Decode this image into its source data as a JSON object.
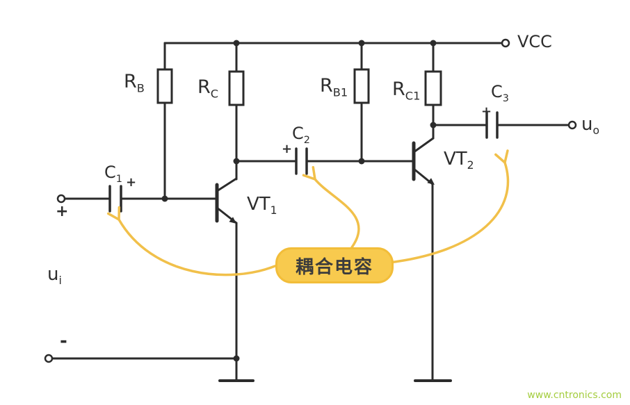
{
  "supply": {
    "vcc": "VCC"
  },
  "resistors": {
    "rb": {
      "main": "R",
      "sub": "B"
    },
    "rc": {
      "main": "R",
      "sub": "C"
    },
    "rb1": {
      "main": "R",
      "sub": "B1"
    },
    "rc1": {
      "main": "R",
      "sub": "C1"
    }
  },
  "capacitors": {
    "c1": {
      "main": "C",
      "sub": "1",
      "polarity": "+"
    },
    "c2": {
      "main": "C",
      "sub": "2",
      "polarity": "+"
    },
    "c3": {
      "main": "C",
      "sub": "3",
      "polarity": "+"
    }
  },
  "transistors": {
    "vt1": {
      "main": "VT",
      "sub": "1"
    },
    "vt2": {
      "main": "VT",
      "sub": "2"
    }
  },
  "io": {
    "input": {
      "main": "u",
      "sub": "i",
      "plus": "+",
      "minus": "-"
    },
    "output": {
      "main": "u",
      "sub": "o"
    }
  },
  "annotation": {
    "text": "耦合电容",
    "bubble_color": "#f8ca4e",
    "arrow_color": "#f1c04a"
  },
  "watermark": {
    "text": "www.cntronics.com",
    "color": "#a4cd3f"
  },
  "colors": {
    "ink": "#2b2b2b"
  }
}
